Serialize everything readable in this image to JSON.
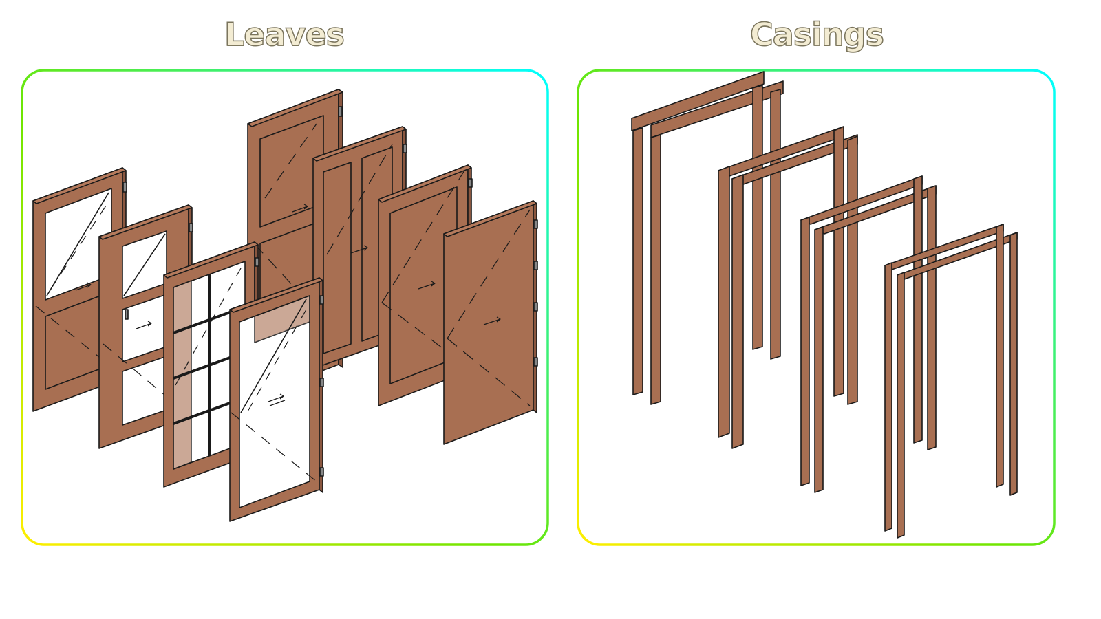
{
  "panels": [
    {
      "id": "leaves",
      "title": "Leaves",
      "border_gradient": {
        "top_left": "#6ee500",
        "top_right": "#00ffff",
        "bottom_left": "#ffee00",
        "bottom_right": "#6ee500"
      },
      "items": [
        "half-glazed door leaf (glass top, solid panel bottom)",
        "half-glazed door leaf with two glazed sections",
        "French door leaf with 8-light grid glazing",
        "fully glazed door leaf",
        "raised panel door leaf (two panels)",
        "double vertical panel door leaf",
        "single recessed panel door leaf",
        "flush door leaf"
      ]
    },
    {
      "id": "casings",
      "title": "Casings",
      "border_gradient": {
        "top_left": "#6ee500",
        "top_right": "#00ffff",
        "bottom_left": "#ffee00",
        "bottom_right": "#6ee500"
      },
      "items": [
        "casing with decorative head cornice",
        "casing with mitered corners, wide profile",
        "casing with mitered corners, medium profile",
        "casing with mitered corners, narrow profile"
      ]
    }
  ],
  "colors": {
    "wood": "#a86f52",
    "wood_dark": "#8a5740",
    "wood_light": "#c39a84",
    "outline": "#1a1a1a",
    "title_fill": "#f3ecd3",
    "title_stroke": "#7a745c"
  }
}
